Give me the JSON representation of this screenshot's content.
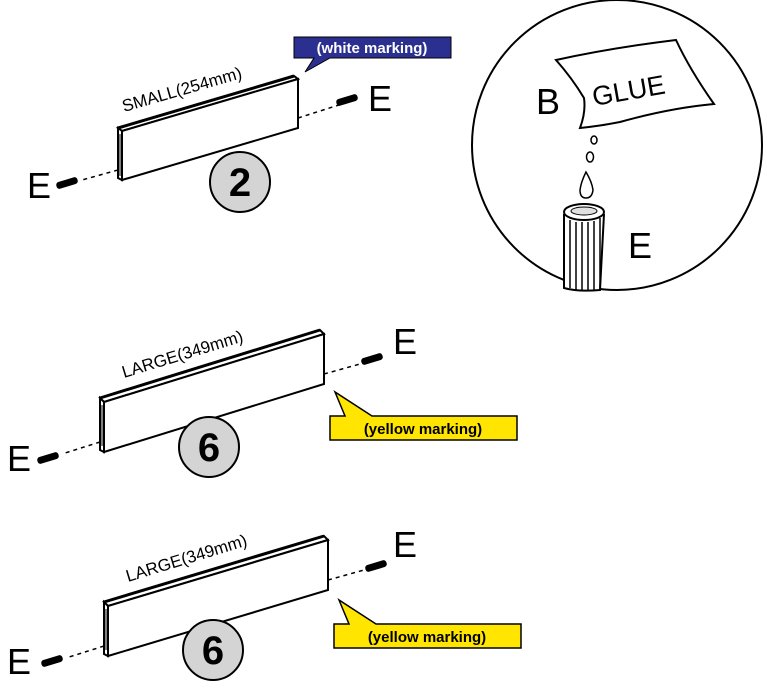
{
  "parts": [
    {
      "id": "small-board",
      "label": "SMALL(254mm)",
      "quantity": "2",
      "dowel_left": "E",
      "dowel_right": "E",
      "marking": "(white marking)",
      "marking_color": "#2b2f8f",
      "marking_text_color": "#ffffff"
    },
    {
      "id": "large-board-1",
      "label": "LARGE(349mm)",
      "quantity": "6",
      "dowel_left": "E",
      "dowel_right": "E",
      "marking": "(yellow marking)",
      "marking_color": "#ffe500",
      "marking_text_color": "#000000"
    },
    {
      "id": "large-board-2",
      "label": "LARGE(349mm)",
      "quantity": "6",
      "dowel_left": "E",
      "dowel_right": "E",
      "marking": "(yellow marking)",
      "marking_color": "#ffe500",
      "marking_text_color": "#000000"
    }
  ],
  "glue_detail": {
    "bottle_letter": "B",
    "bottle_text": "GLUE",
    "dowel_letter": "E"
  },
  "colors": {
    "qty_circle_fill": "#d4d4d4",
    "line": "#000000"
  }
}
